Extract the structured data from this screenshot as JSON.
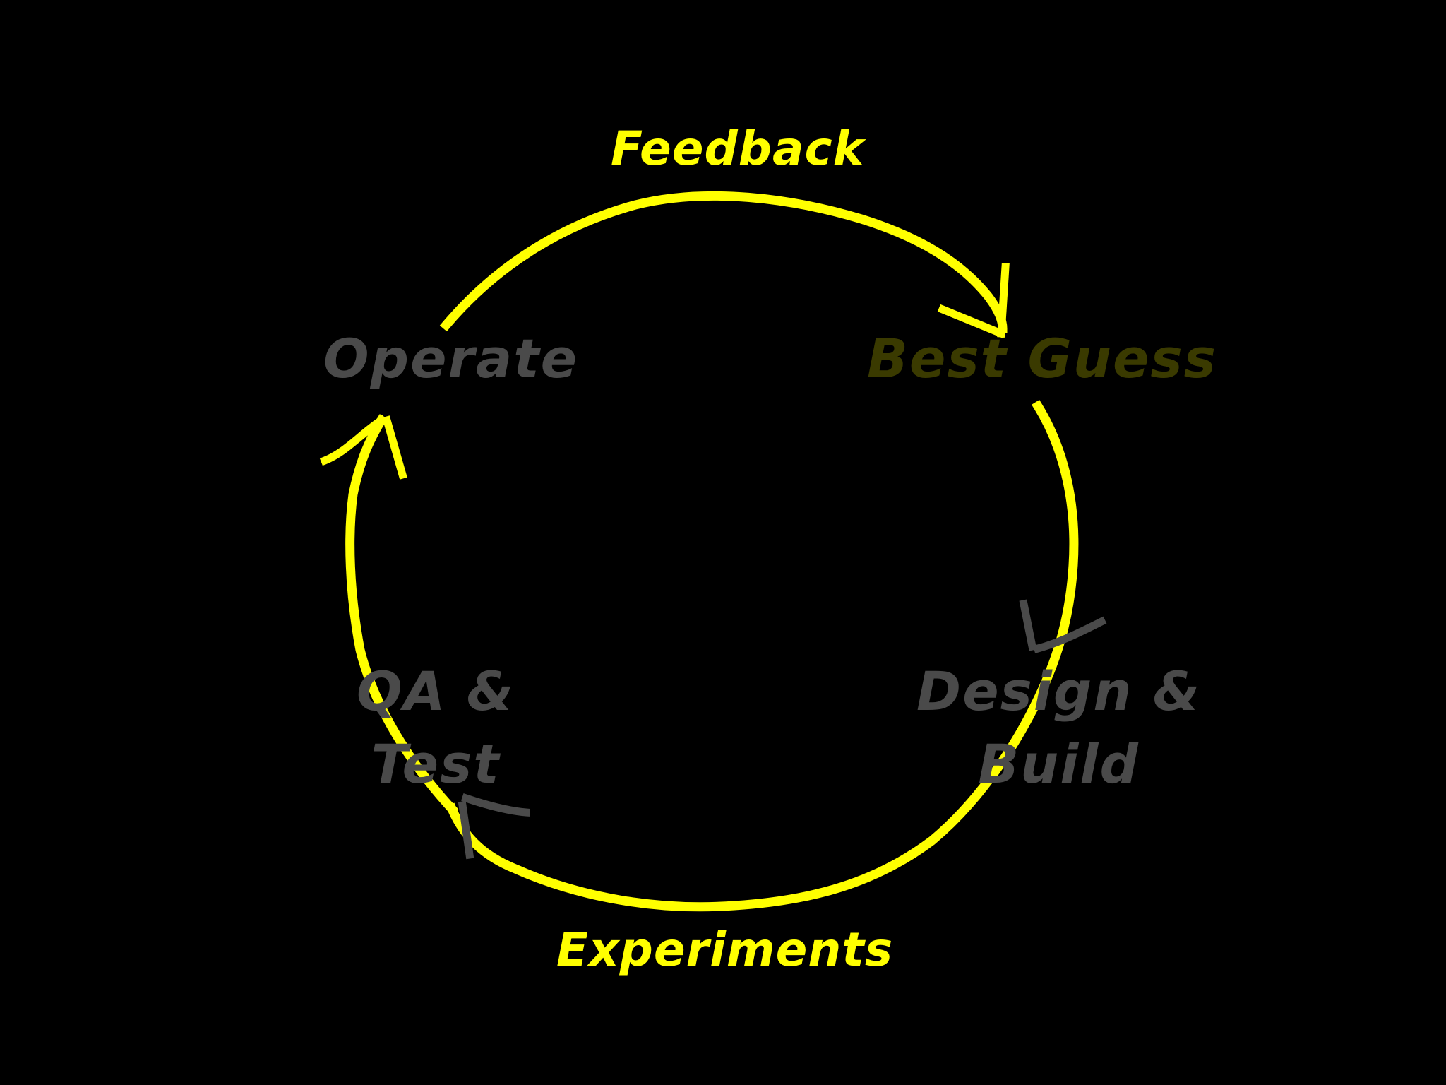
{
  "colors": {
    "background": "#000000",
    "loop": "#ffff00",
    "flow_label": "#ffff00",
    "stage_dim": "#4a4a4a",
    "stage_active": "#3a3a00"
  },
  "flow_labels": {
    "top": "Feedback",
    "bottom": "Experiments"
  },
  "stages": {
    "operate": "Operate",
    "best_guess": "Best Guess",
    "design_build": {
      "line1": "Design &",
      "line2": "Build"
    },
    "qa_test": {
      "line1": "QA &",
      "line2": "Test"
    }
  },
  "icons": {
    "arrow_feedback": "arrowhead-down-right-icon",
    "arrow_operate": "arrowhead-up-icon",
    "arrow_design": "arrowhead-down-icon",
    "arrow_qa": "arrowhead-left-icon"
  }
}
